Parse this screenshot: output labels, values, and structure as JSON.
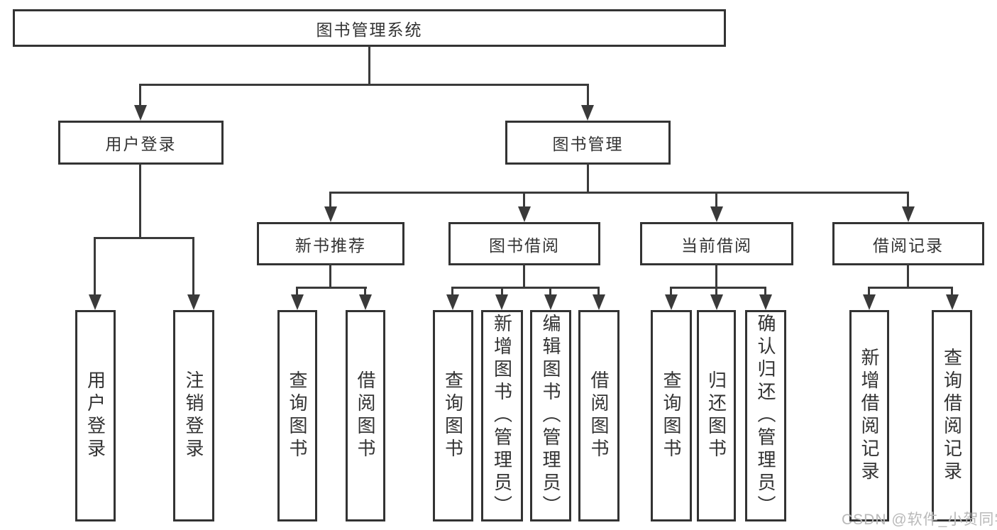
{
  "diagram": {
    "root": {
      "label": "图书管理系统"
    },
    "level2": {
      "user_login": {
        "label": "用户登录"
      },
      "book_mgmt": {
        "label": "图书管理"
      }
    },
    "level3": {
      "new_book": {
        "label": "新书推荐"
      },
      "borrow": {
        "label": "图书借阅"
      },
      "current": {
        "label": "当前借阅"
      },
      "records": {
        "label": "借阅记录"
      }
    },
    "leaves": {
      "user_login": [
        "用户登录",
        "注销登录"
      ],
      "new_book": [
        "查询图书",
        "借阅图书"
      ],
      "borrow": [
        "查询图书",
        "新增图书（管理员）",
        "编辑图书（管理员）",
        "借阅图书"
      ],
      "current": [
        "查询图书",
        "归还图书",
        "确认归还（管理员）"
      ],
      "records": [
        "新增借阅记录",
        "查询借阅记录"
      ]
    }
  },
  "watermark": "CSDN @软件_小贺同学",
  "colors": {
    "line": "#3a3a3a",
    "box_border": "#333333",
    "text": "#333333",
    "background": "#ffffff",
    "watermark": "#b9b9b9"
  }
}
